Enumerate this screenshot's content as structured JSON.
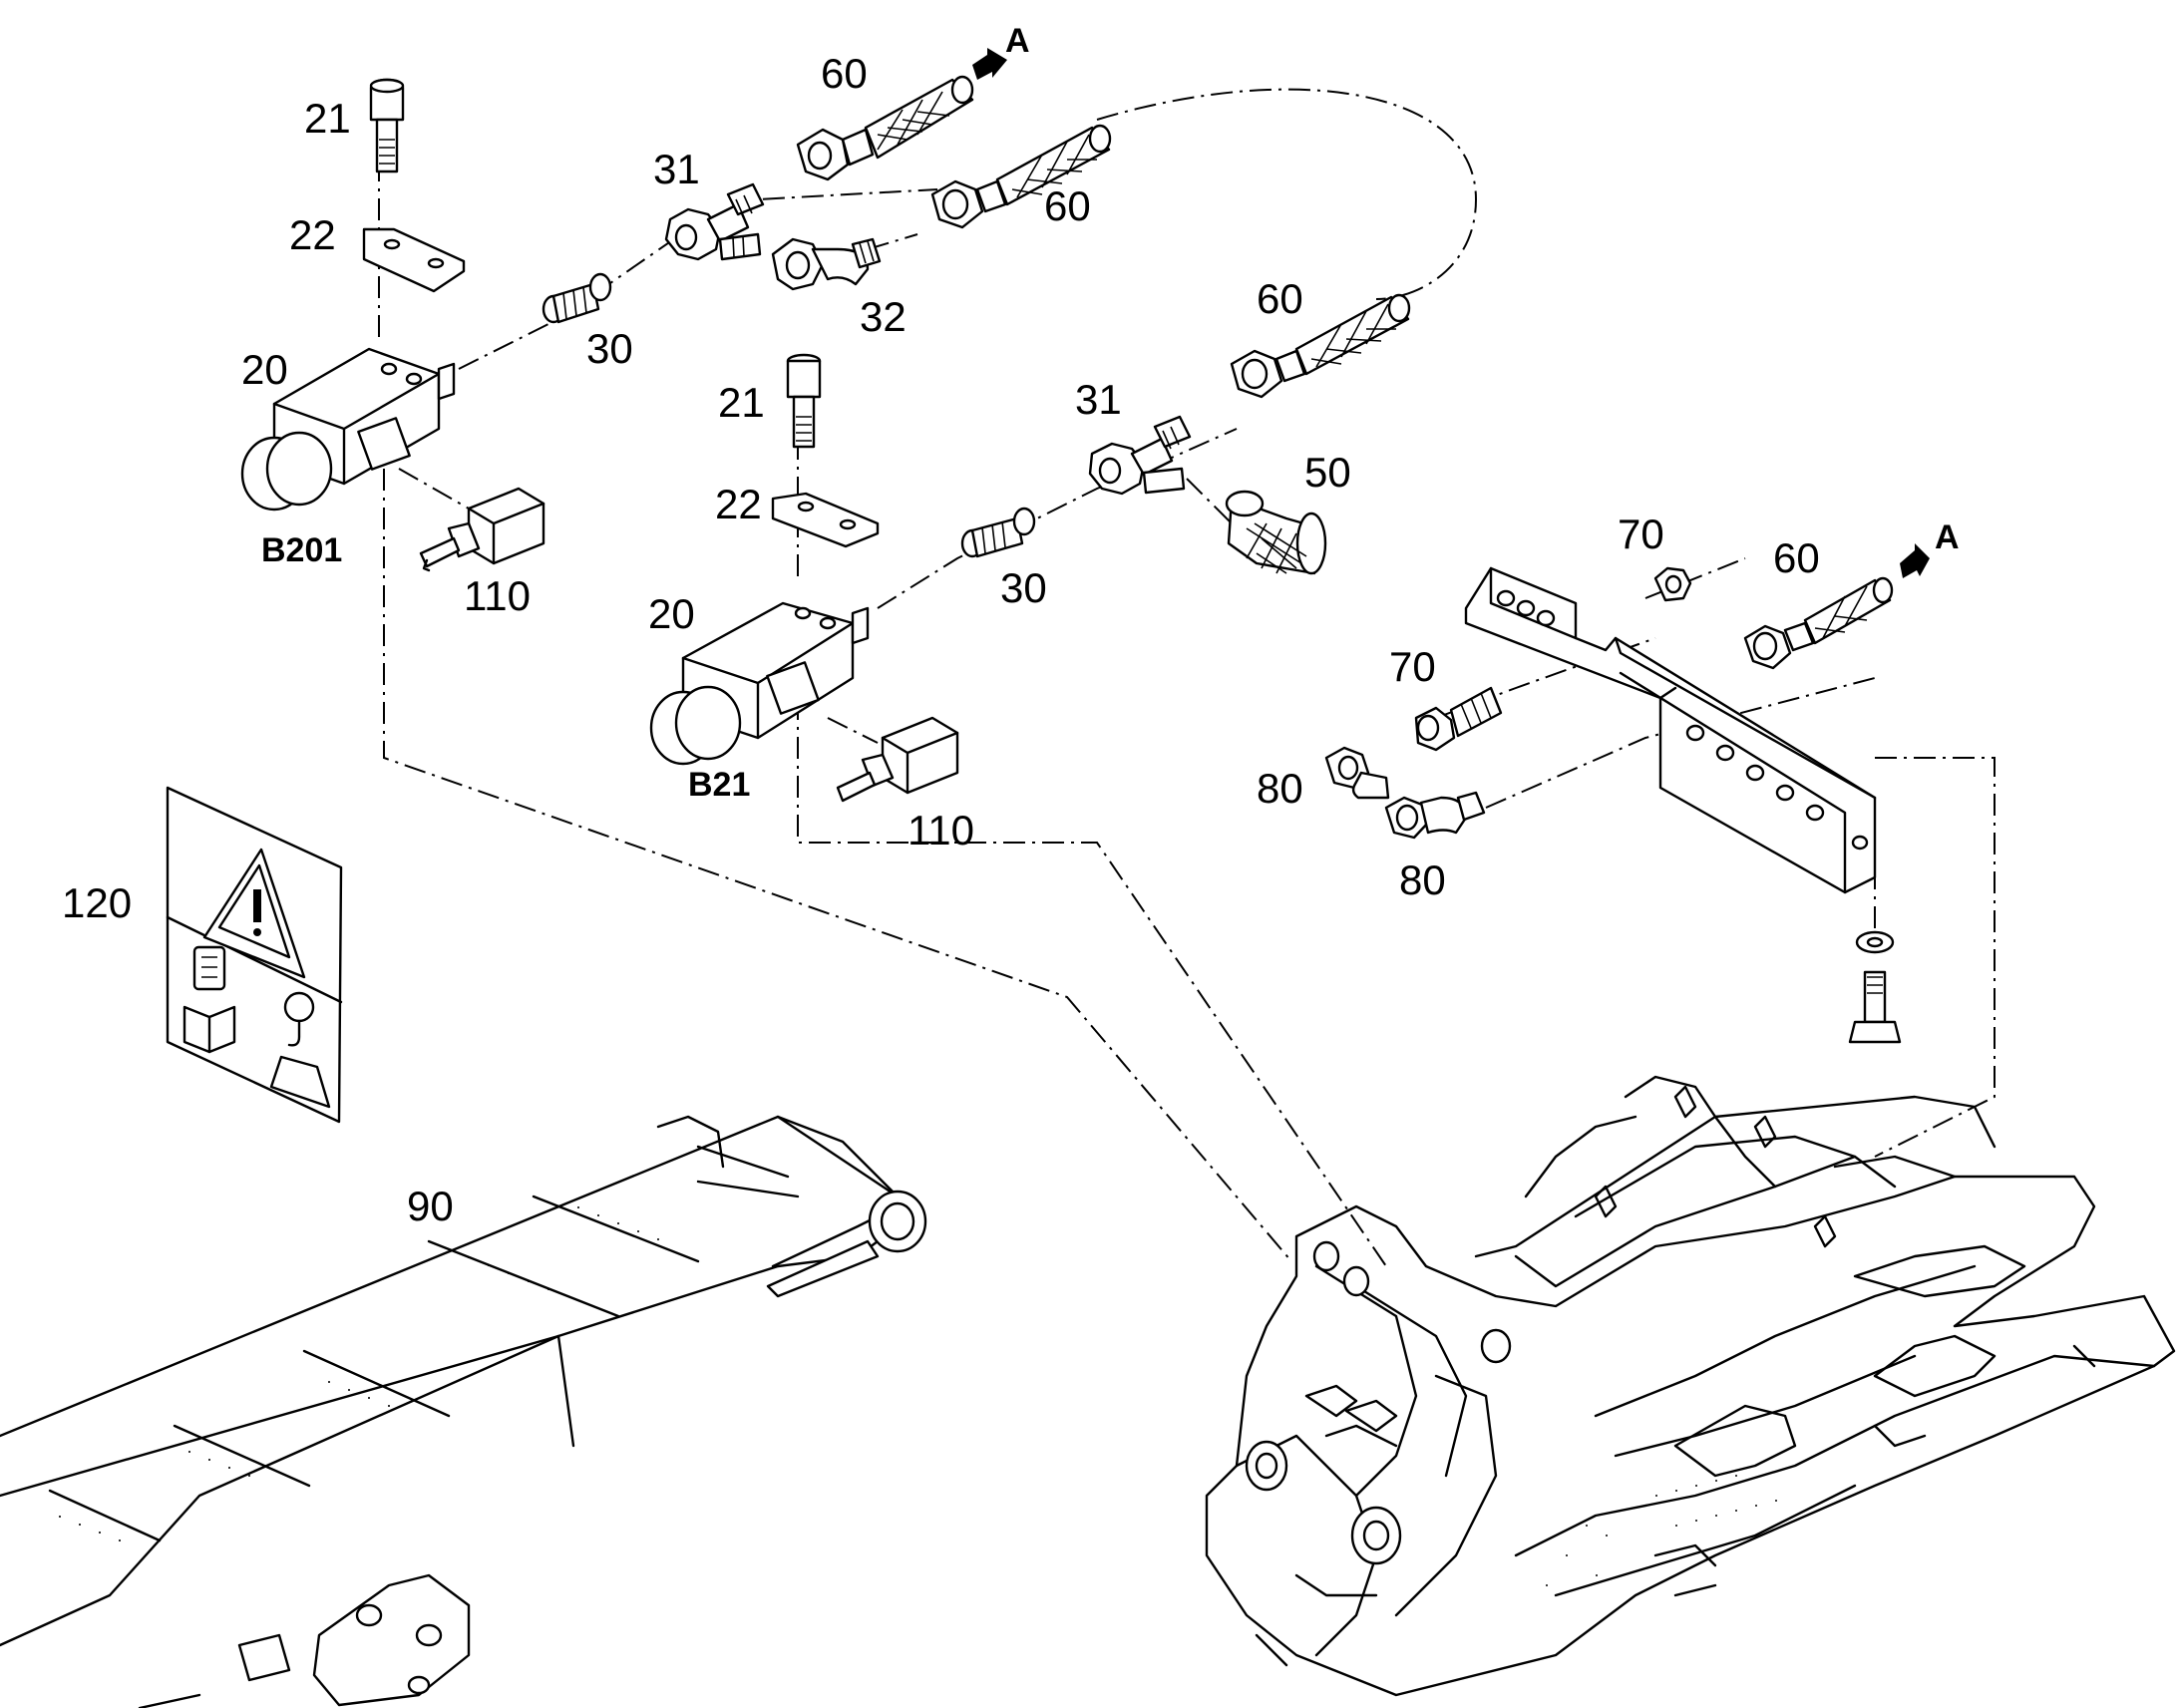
{
  "labels": {
    "p21_top": "21",
    "p22_top": "22",
    "p20_top": "20",
    "b201": "B201",
    "p110_top": "110",
    "p30_top": "30",
    "p31_top": "31",
    "p32": "32",
    "p60_a": "60",
    "p60_b": "60",
    "p60_c": "60",
    "p60_d": "60",
    "p21_mid": "21",
    "p22_mid": "22",
    "p20_mid": "20",
    "b21": "B21",
    "p110_mid": "110",
    "p30_mid": "30",
    "p31_mid": "31",
    "p50": "50",
    "p70_a": "70",
    "p70_b": "70",
    "p80_a": "80",
    "p80_b": "80",
    "p120": "120",
    "p90": "90",
    "arrow_a_top": "A",
    "arrow_a_right": "A"
  }
}
